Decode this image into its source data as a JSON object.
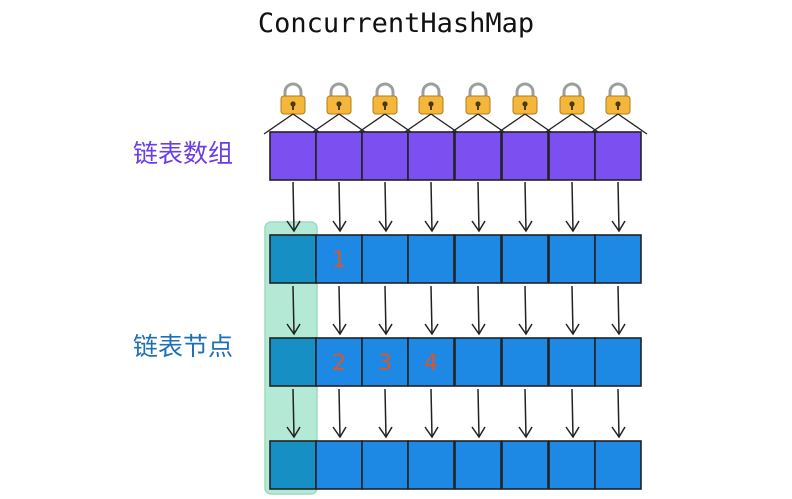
{
  "title": "ConcurrentHashMap",
  "labels": {
    "array": "链表数组",
    "node": "链表节点"
  },
  "diagram": {
    "lock_count": 8,
    "array_slots": 8,
    "node_rows": [
      [
        "",
        "1",
        "",
        "",
        "",
        "",
        "",
        ""
      ],
      [
        "",
        "2",
        "3",
        "4",
        "",
        "",
        "",
        ""
      ],
      [
        "",
        "",
        "",
        "",
        "",
        "",
        "",
        ""
      ]
    ]
  },
  "colors": {
    "array_fill": "#7b4ff0",
    "node_fill": "#1e88e5",
    "highlight_node_fill": "#1690c4",
    "highlight_column": "#a8e6cf",
    "lock_body": "#f5b73b",
    "lock_shackle": "#9e9e9e",
    "array_label": "#6a3de8",
    "node_label": "#1e6fb8",
    "number_color": "#d9572a",
    "stroke": "#222222"
  }
}
